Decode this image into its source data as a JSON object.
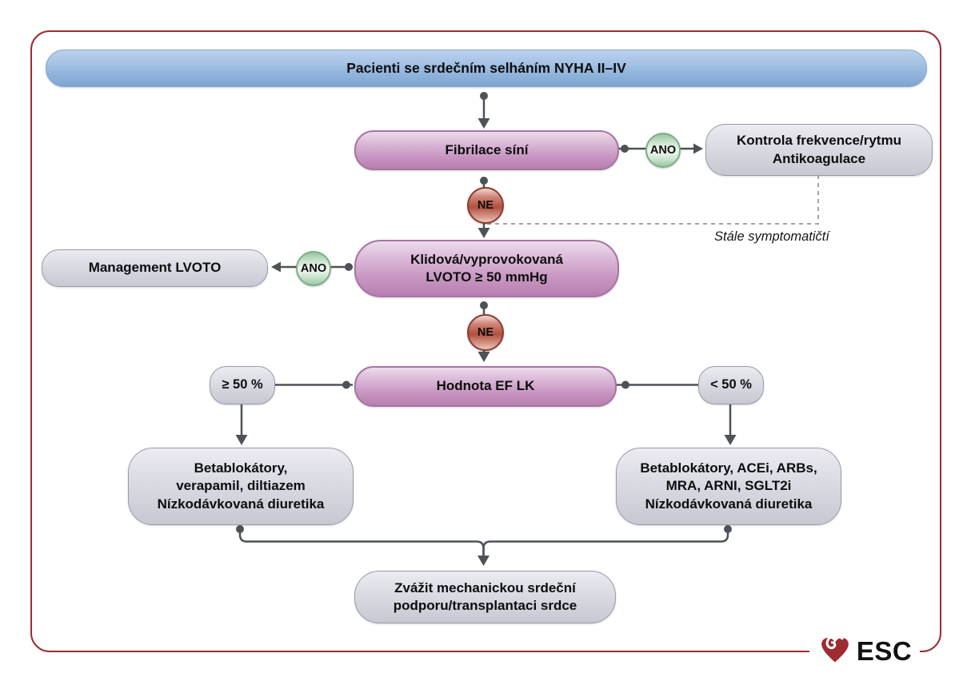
{
  "diagram": {
    "banner": {
      "label": "Pacienti se srdečním selháním NYHA II–IV"
    },
    "nodes": {
      "fibrillation": {
        "label": "Fibrilace síní"
      },
      "rate_control": {
        "lines": [
          "Kontrola frekvence/rytmu",
          "Antikoagulace"
        ]
      },
      "lvoto": {
        "lines": [
          "Klidová/vyprovokovaná",
          "LVOTO ≥ 50 mmHg"
        ]
      },
      "lvoto_management": {
        "label": "Management LVOTO"
      },
      "ef_value": {
        "label": "Hodnota EF LK"
      },
      "ef_ge50": {
        "label": "≥ 50 %"
      },
      "ef_lt50": {
        "label": "< 50 %"
      },
      "med_left": {
        "lines": [
          "Betablokátory,",
          "verapamil, diltiazem",
          "Nízkodávkovaná diuretika"
        ]
      },
      "med_right": {
        "lines": [
          "Betablokátory, ACEi, ARBs,",
          "MRA, ARNI, SGLT2i",
          "Nízkodávkovaná diuretika"
        ]
      },
      "advanced_therapy": {
        "lines": [
          "Zvážit mechanickou srdeční",
          "podporu/transplantaci srdce"
        ]
      }
    },
    "connectors": {
      "yes_label": "ANO",
      "no_label": "NE",
      "still_symptomatic_label": "Stále symptomatičtí"
    },
    "logo": {
      "text": "ESC",
      "icon": "esc-heart-icon"
    },
    "colors": {
      "frame_border": "#9b2c33",
      "banner_blue": "#8db1da",
      "node_purple": "#c795c1",
      "node_gray": "#d5d5de",
      "yes_green": "#9cc9a4",
      "no_red": "#b0503f",
      "line_gray": "#4e5257",
      "dashed_gray": "#9fa4aa"
    }
  }
}
